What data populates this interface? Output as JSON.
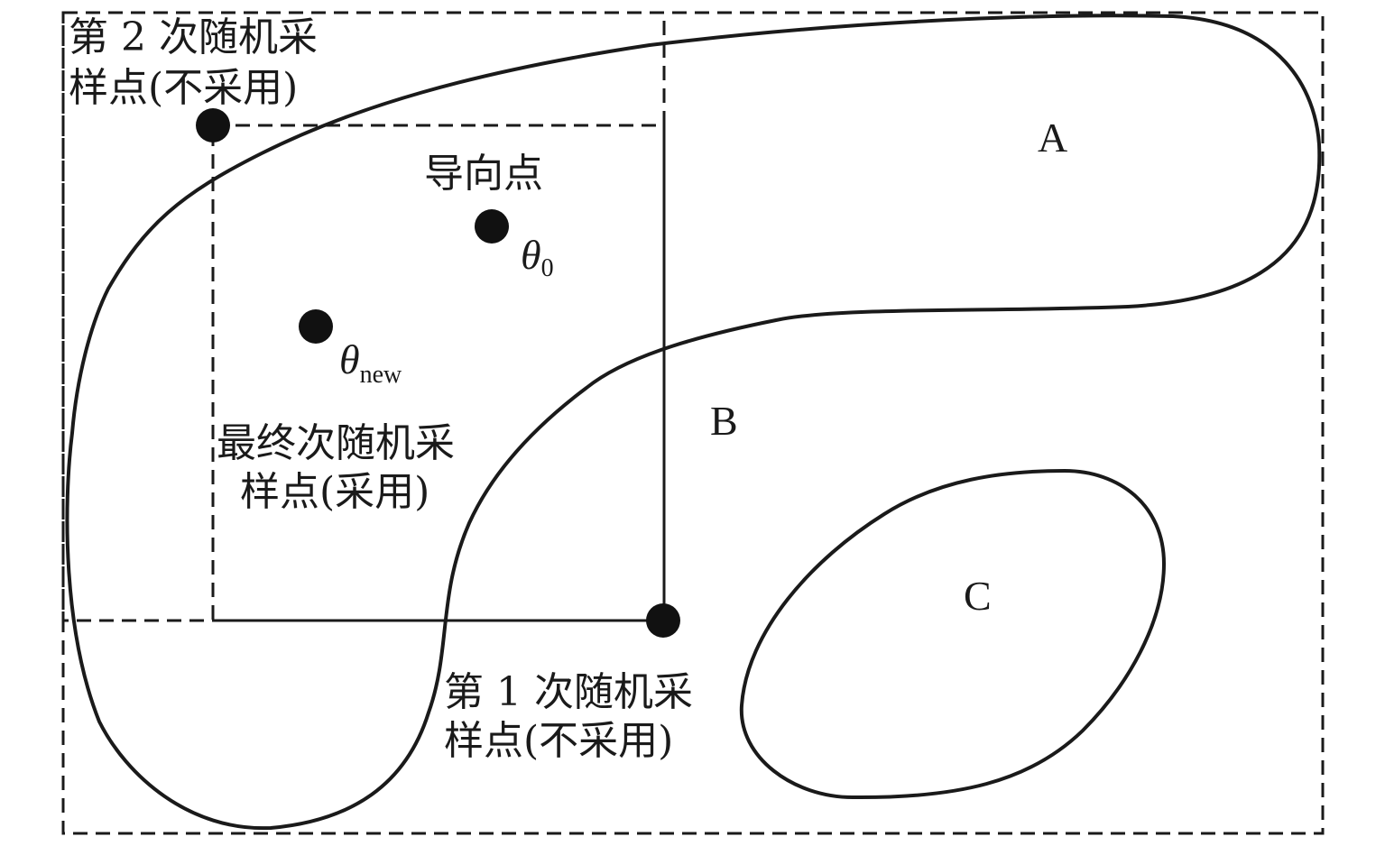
{
  "labels": {
    "sample2": {
      "line1": "第 2 次随机采",
      "line2": "样点(不采用)"
    },
    "guide": "导向点",
    "final_sample": {
      "line1": "最终次随机采",
      "line2": "样点(采用)"
    },
    "sample1": {
      "line1": "第 1 次随机采",
      "line2": "样点(不采用)"
    }
  },
  "symbols": {
    "theta0": {
      "base": "θ",
      "sub": "0"
    },
    "theta_new": {
      "base": "θ",
      "sub": "new"
    }
  },
  "regions": {
    "a": "A",
    "b": "B",
    "c": "C"
  },
  "colors": {
    "ink": "#1a1a1a",
    "point": "#111111",
    "background": "#ffffff"
  }
}
